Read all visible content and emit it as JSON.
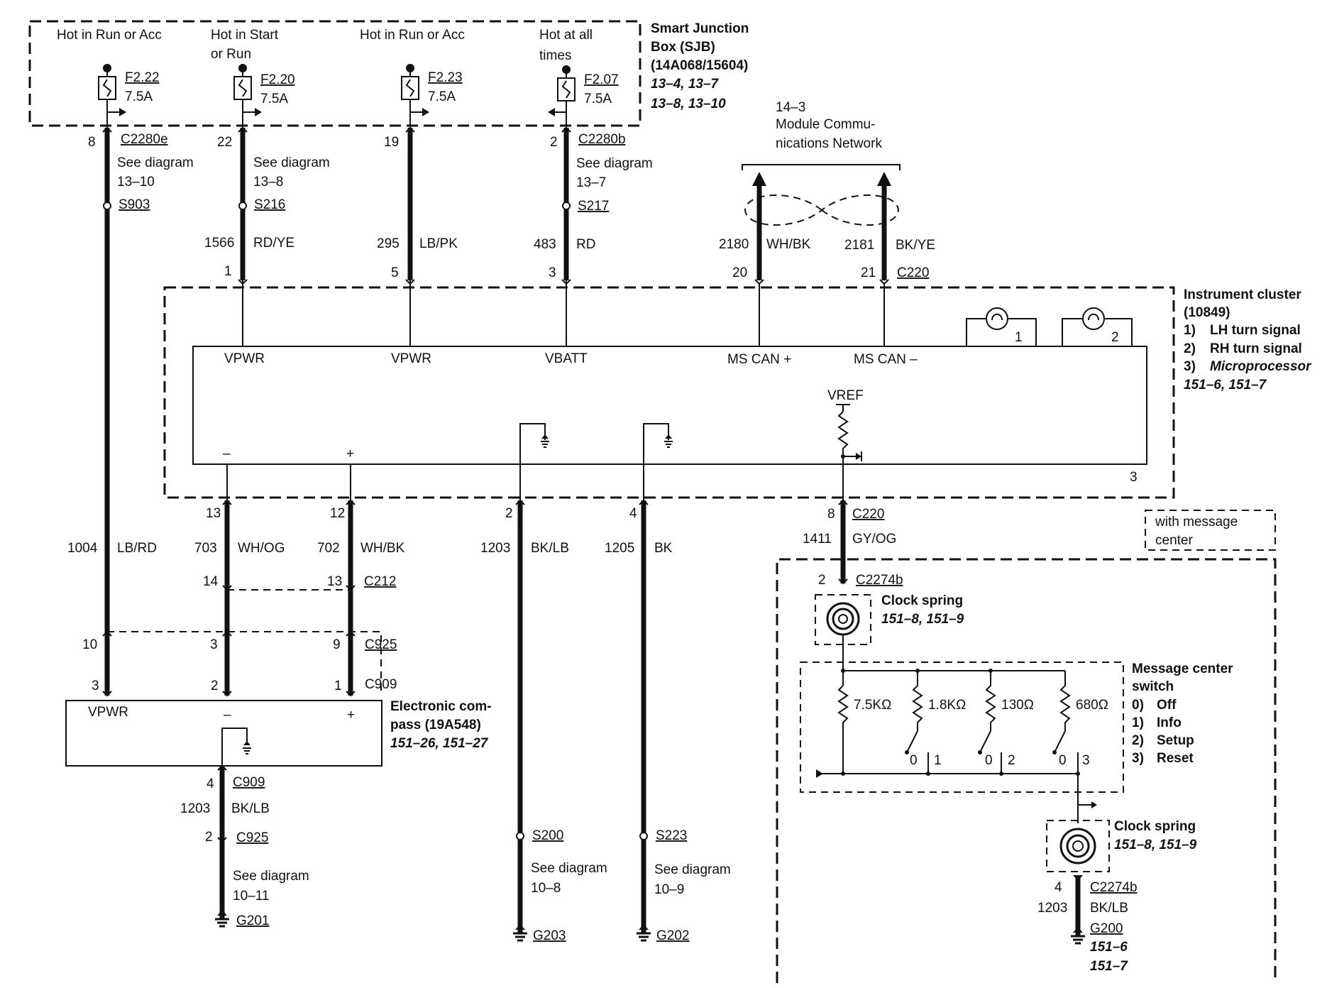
{
  "sjb": {
    "title1": "Smart Junction",
    "title2": "Box (SJB)",
    "title3": "(14A068/15604)",
    "ref1": "13–4, 13–7",
    "ref2": "13–8, 13–10",
    "hot1": "Hot in Run or Acc",
    "hot2a": "Hot in Start",
    "hot2b": "or Run",
    "hot3": "Hot in Run or Acc",
    "hot4a": "Hot at all",
    "hot4b": "times",
    "fuses": [
      {
        "name": "F2.22",
        "rating": "7.5A"
      },
      {
        "name": "F2.20",
        "rating": "7.5A"
      },
      {
        "name": "F2.23",
        "rating": "7.5A"
      },
      {
        "name": "F2.07",
        "rating": "7.5A"
      }
    ]
  },
  "upper": {
    "pin8": "8",
    "c2280e": "C2280e",
    "see1": "See diagram",
    "see1ref": "13–10",
    "s903": "S903",
    "pin22": "22",
    "see2": "See diagram",
    "see2ref": "13–8",
    "s216": "S216",
    "pin19": "19",
    "pin2": "2",
    "c2280b": "C2280b",
    "see4": "See diagram",
    "see4ref": "13–7",
    "s217": "S217",
    "c1566": "1566",
    "rdye": "RD/YE",
    "c295": "295",
    "lbpk": "LB/PK",
    "c483": "483",
    "rd": "RD",
    "c2180": "2180",
    "whbk": "WH/BK",
    "c2181": "2181",
    "bkye": "BK/YE",
    "pin1": "1",
    "pin5": "5",
    "pin3": "3",
    "pin20": "20",
    "pin21": "21",
    "c220": "C220"
  },
  "network": {
    "line1": "14–3",
    "line2": "Module Commu-",
    "line3": "nications Network"
  },
  "cluster": {
    "title1": "Instrument cluster",
    "title2": "(10849)",
    "item1n": "1)",
    "item1": "LH turn signal",
    "item2n": "2)",
    "item2": "RH turn signal",
    "item3n": "3)",
    "item3": "Microprocessor",
    "ref": "151–6, 151–7",
    "vpwr1": "VPWR",
    "vpwr2": "VPWR",
    "vbatt": "VBATT",
    "mscanp": "MS CAN +",
    "mscanm": "MS CAN –",
    "vref": "VREF",
    "lamp1": "1",
    "lamp2": "2",
    "proc": "3",
    "minus": "–",
    "plus": "+"
  },
  "mid": {
    "p13": "13",
    "p12": "12",
    "p2": "2",
    "p4": "4",
    "p8": "8",
    "c220b": "C220",
    "c1004": "1004",
    "lbrd": "LB/RD",
    "c703": "703",
    "whog": "WH/OG",
    "c702": "702",
    "whbk2": "WH/BK",
    "c1203": "1203",
    "bklb": "BK/LB",
    "c1205": "1205",
    "bk": "BK",
    "c1411": "1411",
    "gyog": "GY/OG",
    "p14": "14",
    "p13b": "13",
    "c212": "C212",
    "p10": "10",
    "p3": "3",
    "p9": "9",
    "c925": "C925",
    "p3b": "3",
    "p2b": "2",
    "p1b": "1",
    "c909": "C909"
  },
  "compass": {
    "vpwr": "VPWR",
    "minus": "–",
    "plus": "+",
    "title1": "Electronic com-",
    "title2": "pass (19A548)",
    "ref": "151–26, 151–27"
  },
  "lower": {
    "p4": "4",
    "c909": "C909",
    "c1203": "1203",
    "bklb": "BK/LB",
    "p2": "2",
    "c925": "C925",
    "see": "See diagram",
    "seeref": "10–11",
    "g201": "G201",
    "s200": "S200",
    "see200": "See diagram",
    "see200ref": "10–8",
    "g203": "G203",
    "s223": "S223",
    "see223": "See diagram",
    "see223ref": "10–9",
    "g202": "G202"
  },
  "message": {
    "with1": "with message",
    "with2": "center",
    "p2": "2",
    "c2274b": "C2274b",
    "clock1": "Clock spring",
    "clock1ref": "151–8, 151–9",
    "r1": "7.5KΩ",
    "r2": "1.8KΩ",
    "r3": "130Ω",
    "r4": "680Ω",
    "s0a": "0",
    "s1": "1",
    "s0b": "0",
    "s2": "2",
    "s0c": "0",
    "s3": "3",
    "switch1": "Message center",
    "switch2": "switch",
    "m0n": "0)",
    "m0": "Off",
    "m1n": "1)",
    "m1": "Info",
    "m2n": "2)",
    "m2": "Setup",
    "m3n": "3)",
    "m3": "Reset",
    "clock2": "Clock spring",
    "clock2ref": "151–8, 151–9",
    "p4": "4",
    "c2274b2": "C2274b",
    "c1203": "1203",
    "bklb": "BK/LB",
    "g200": "G200",
    "g200ref1": "151–6",
    "g200ref2": "151–7"
  }
}
